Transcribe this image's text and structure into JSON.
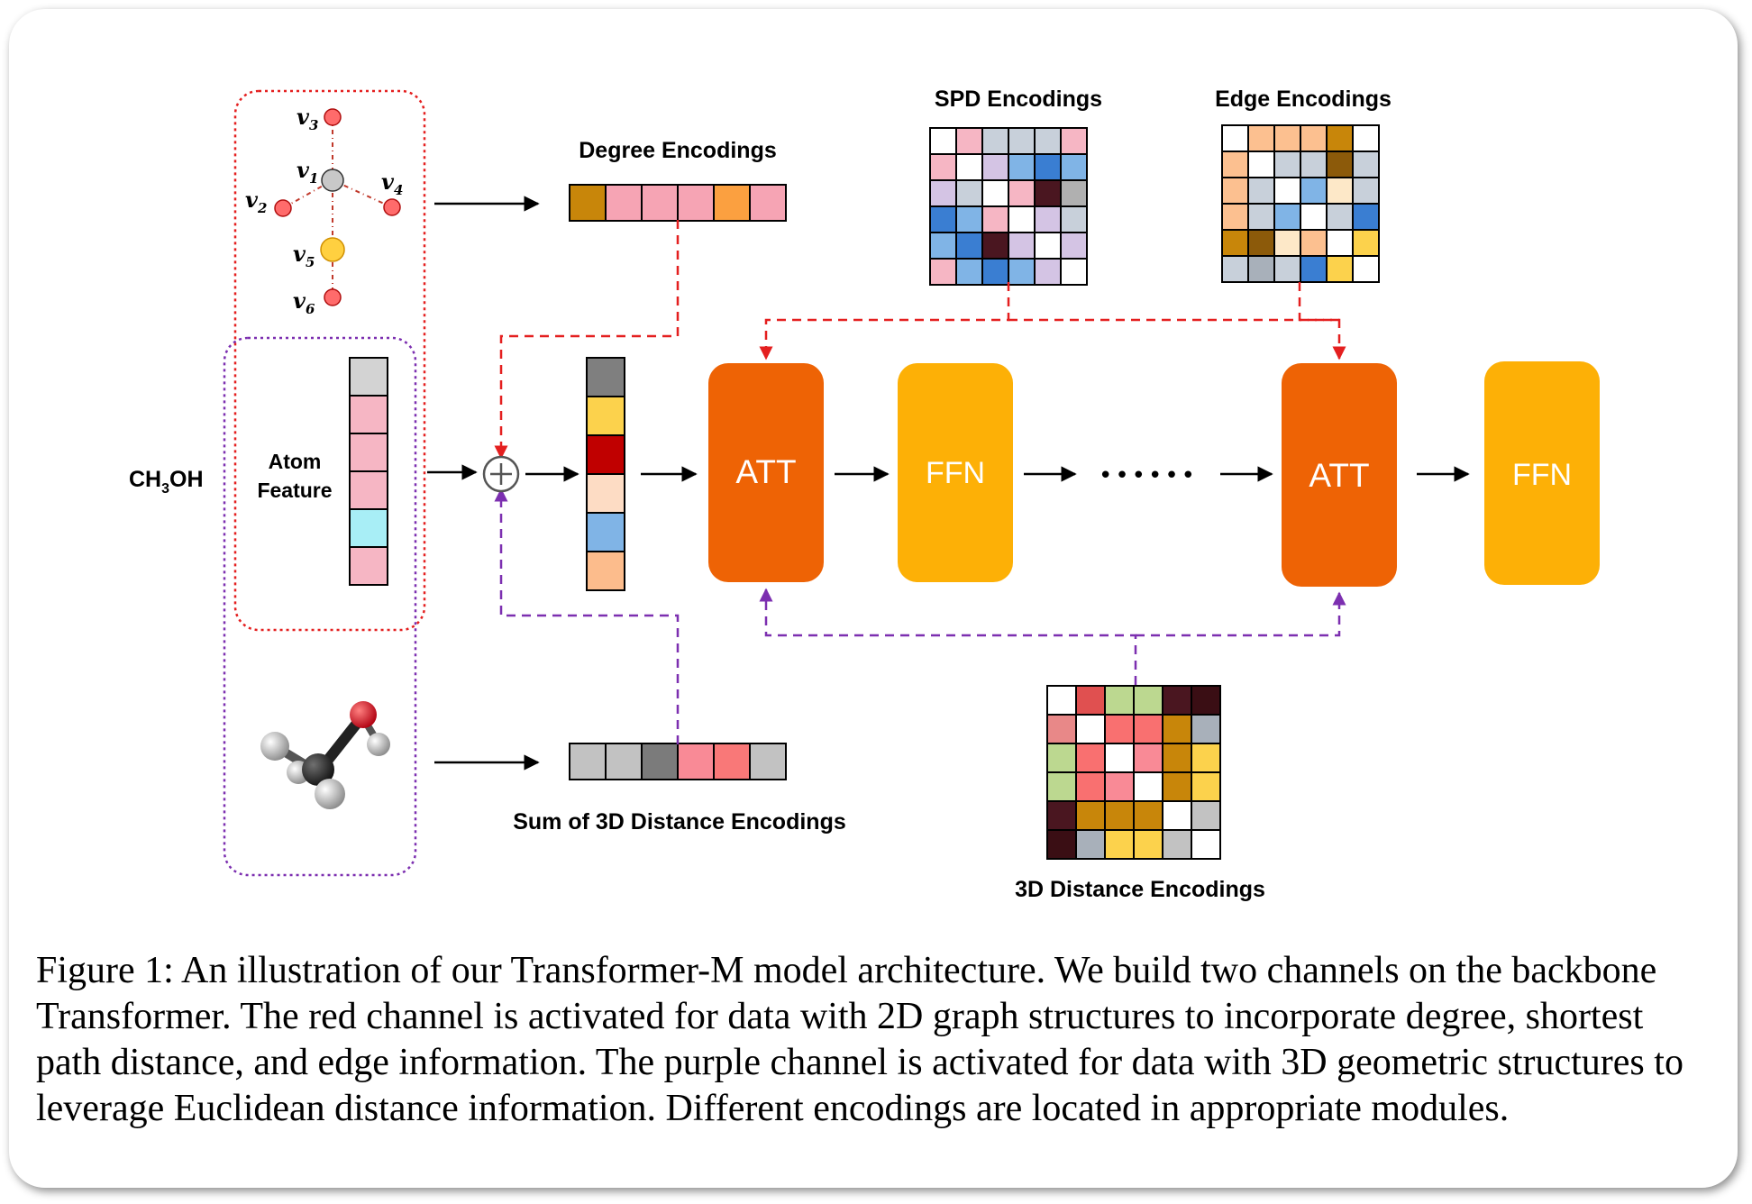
{
  "molecule_label": "CH3OH",
  "atom_feature_label": [
    "Atom",
    "Feature"
  ],
  "vertex_labels": [
    "v3",
    "v1",
    "v2",
    "v4",
    "v5",
    "v6"
  ],
  "degree_encodings": {
    "title": "Degree Encodings",
    "colors": [
      "#c8860a",
      "#f6a4b4",
      "#f6a4b4",
      "#f6a4b4",
      "#fba040",
      "#f6a4b4"
    ]
  },
  "atom_feature_colors": [
    "#d3d3d3",
    "#f6b6c4",
    "#f6b6c4",
    "#f6b6c4",
    "#a8eef6",
    "#f6b6c4"
  ],
  "combined_colors": [
    "#7f7f7f",
    "#fcd24c",
    "#c00000",
    "#fddcc4",
    "#80b4e6",
    "#fcbc8c"
  ],
  "sum_3d": {
    "title": "Sum of 3D Distance Encodings",
    "colors": [
      "#c2c2c2",
      "#c2c2c2",
      "#7b7b7b",
      "#f98a96",
      "#f97878",
      "#c2c2c2"
    ]
  },
  "spd_encodings": {
    "title": "SPD Encodings",
    "grid": [
      [
        "#ffffff",
        "#f6b6c4",
        "#c8d0da",
        "#c8d0da",
        "#c8d0da",
        "#f6b6c4"
      ],
      [
        "#f6b6c4",
        "#ffffff",
        "#d4c4e4",
        "#80b4e6",
        "#3a7ed2",
        "#80b4e6"
      ],
      [
        "#d4c4e4",
        "#c8d0da",
        "#ffffff",
        "#f6b6c4",
        "#4a1620",
        "#b0b0b0"
      ],
      [
        "#3a7ed2",
        "#80b4e6",
        "#f6b6c4",
        "#ffffff",
        "#d4c4e4",
        "#c8d0da"
      ],
      [
        "#80b4e6",
        "#3a7ed2",
        "#4a1620",
        "#d4c4e4",
        "#ffffff",
        "#d4c4e4"
      ],
      [
        "#f6b6c4",
        "#80b4e6",
        "#3a7ed2",
        "#80b4e6",
        "#d4c4e4",
        "#ffffff"
      ]
    ]
  },
  "edge_encodings": {
    "title": "Edge Encodings",
    "grid": [
      [
        "#ffffff",
        "#fcc090",
        "#fcc090",
        "#fcc090",
        "#c8860a",
        "#ffffff"
      ],
      [
        "#fcc090",
        "#ffffff",
        "#c8d0da",
        "#c8d0da",
        "#8c5a0a",
        "#c8d0da"
      ],
      [
        "#fcc090",
        "#c8d0da",
        "#ffffff",
        "#80b4e6",
        "#fde8c8",
        "#c8d0da"
      ],
      [
        "#fcc090",
        "#c8d0da",
        "#80b4e6",
        "#ffffff",
        "#c8d0da",
        "#3a7ed2"
      ],
      [
        "#c8860a",
        "#8c5a0a",
        "#fde8c8",
        "#fcc090",
        "#ffffff",
        "#fcd24c"
      ],
      [
        "#c8d0da",
        "#a8b0ba",
        "#c8d0da",
        "#3a7ed2",
        "#fcd24c",
        "#ffffff"
      ]
    ]
  },
  "distance_encodings": {
    "title": "3D Distance Encodings",
    "grid": [
      [
        "#ffffff",
        "#e05050",
        "#bcd890",
        "#bcd890",
        "#4a1620",
        "#3a0e14"
      ],
      [
        "#e88888",
        "#ffffff",
        "#f97070",
        "#f97070",
        "#c8860a",
        "#a8b0ba"
      ],
      [
        "#bcd890",
        "#f97070",
        "#ffffff",
        "#f98a96",
        "#c8860a",
        "#fcd24c"
      ],
      [
        "#bcd890",
        "#f97070",
        "#f98a96",
        "#ffffff",
        "#c8860a",
        "#fcd24c"
      ],
      [
        "#4a1620",
        "#c8860a",
        "#c8860a",
        "#c8860a",
        "#ffffff",
        "#c2c2c2"
      ],
      [
        "#3a0e14",
        "#a8b0ba",
        "#fcd24c",
        "#fcd24c",
        "#c2c2c2",
        "#ffffff"
      ]
    ]
  },
  "blocks": [
    "ATT",
    "FFN",
    "ATT",
    "FFN"
  ],
  "ellipsis": "••••••",
  "colors": {
    "att": "#ee6305",
    "ffn": "#fdb006",
    "red_channel": "#e41f1f",
    "purple_channel": "#7c2fb0"
  },
  "caption": "Figure 1: An illustration of our Transformer-M model architecture. We build two channels on the backbone Transformer. The red channel is activated for data with 2D graph structures to incorporate degree, shortest path distance, and edge information. The purple channel is activated for data with 3D geometric structures to leverage Euclidean distance information. Different encodings are located in appropriate modules."
}
